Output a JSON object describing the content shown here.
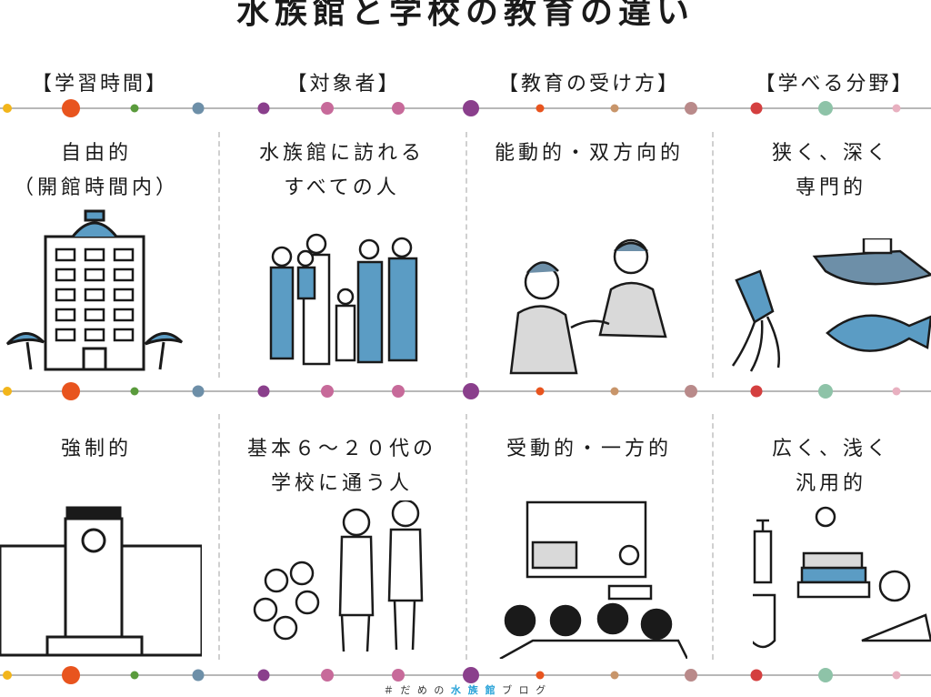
{
  "title": "水族館と学校の教育の違い",
  "headers": [
    "【学習時間】",
    "【対象者】",
    "【教育の受け方】",
    "【学べる分野】"
  ],
  "aquarium_row": [
    {
      "text": "自由的\n（開館時間内）",
      "icon": "aquarium-building-icon"
    },
    {
      "text": "水族館に訪れる\nすべての人",
      "icon": "family-group-icon"
    },
    {
      "text": "能動的・双方向的",
      "icon": "conversation-icon"
    },
    {
      "text": "狭く、深く\n専門的",
      "icon": "sea-creatures-icon"
    }
  ],
  "school_row": [
    {
      "text": "強制的",
      "icon": "school-building-icon"
    },
    {
      "text": "基本６～２０代の\n学校に通う人",
      "icon": "students-icon"
    },
    {
      "text": "受動的・一方的",
      "icon": "classroom-lecture-icon"
    },
    {
      "text": "広く、浅く\n汎用的",
      "icon": "study-tools-icon"
    }
  ],
  "footer": {
    "prefix": "＃ だ め の ",
    "highlight": "水 族 館",
    "suffix": " ブ ロ グ"
  },
  "colors": {
    "accent_blue": "#5b9cc4",
    "orange": "#e8541e",
    "purple": "#8a3f8c",
    "pink": "#c76a9a",
    "grey_blue": "#6d8fa8"
  }
}
